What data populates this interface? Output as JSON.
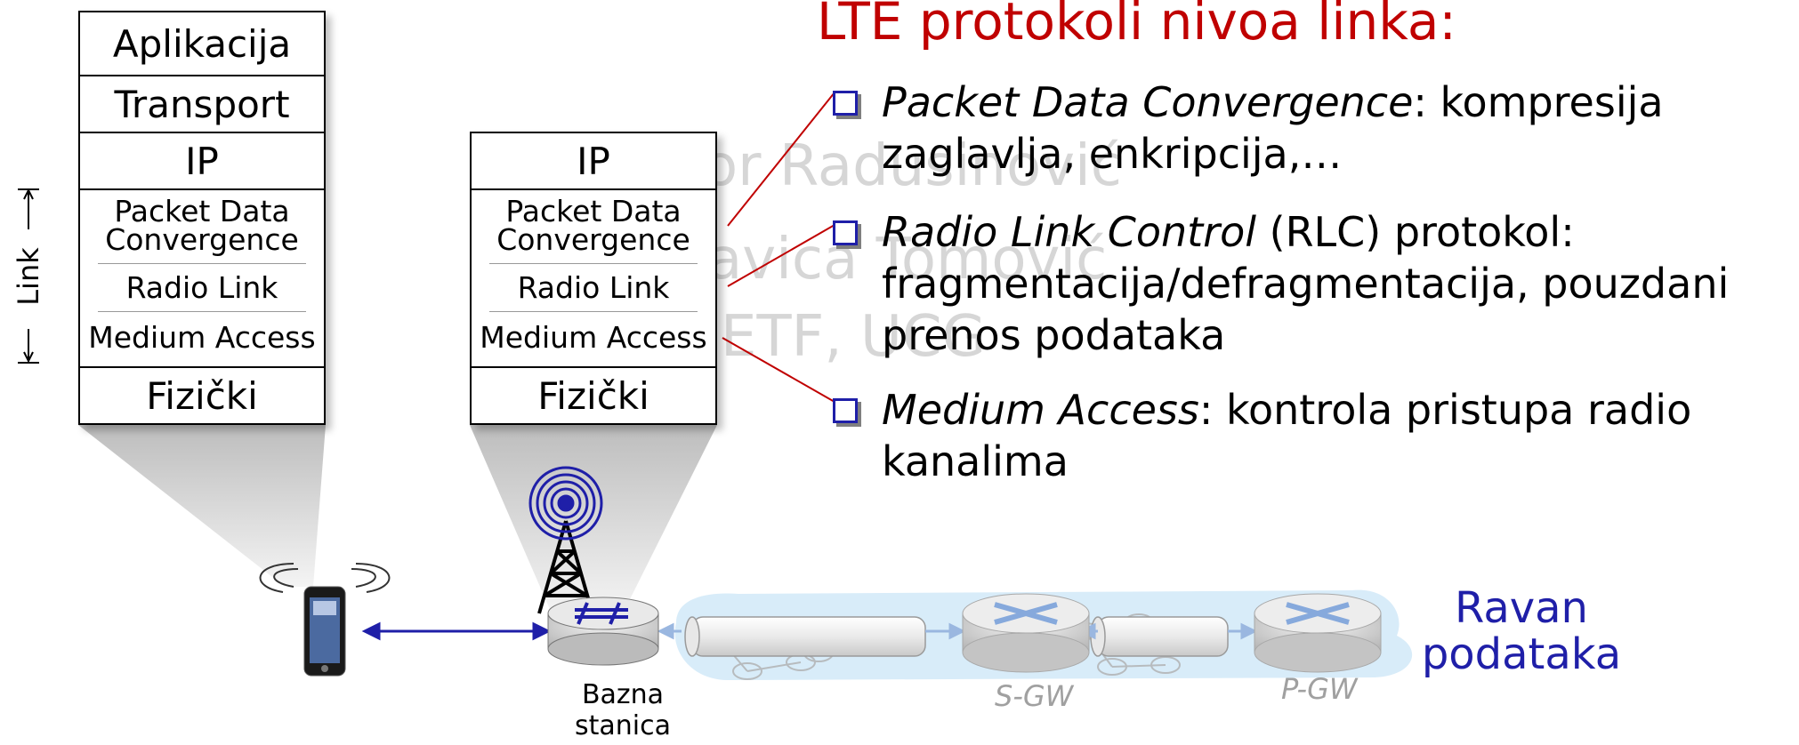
{
  "title": "LTE protokoli nivoa linka:",
  "watermark": [
    "or Radusinović",
    "avica Tomović",
    "ETF, UCG"
  ],
  "bullets": [
    {
      "term": "Packet Data Convergence",
      "rest": ": kompresija zaglavlja, enkripcija,…"
    },
    {
      "term": "Radio Link Control",
      "rest": " (RLC) protokol: fragmentacija/defragmentacija, pouzdani prenos podataka"
    },
    {
      "term": "Medium Access",
      "rest": ": kontrola pristupa radio kanalima"
    }
  ],
  "link_label": "Link",
  "left_stack": {
    "app": "Aplikacija",
    "transport": "Transport",
    "ip": "IP",
    "pdc": "Packet Data Convergence",
    "rl": "Radio Link",
    "ma": "Medium Access",
    "phy": "Fizički"
  },
  "right_stack": {
    "ip": "IP",
    "pdc": "Packet Data Convergence",
    "rl": "Radio Link",
    "ma": "Medium Access",
    "phy": "Fizički"
  },
  "base_station_label": "Bazna stanica",
  "sgw_label": "S-GW",
  "pgw_label": "P-GW",
  "data_plane_label": "Ravan podataka",
  "colors": {
    "title": "#c00000",
    "accent": "#1f1fa8",
    "pointer": "#c00000",
    "cloud": "#d8ecf9"
  }
}
